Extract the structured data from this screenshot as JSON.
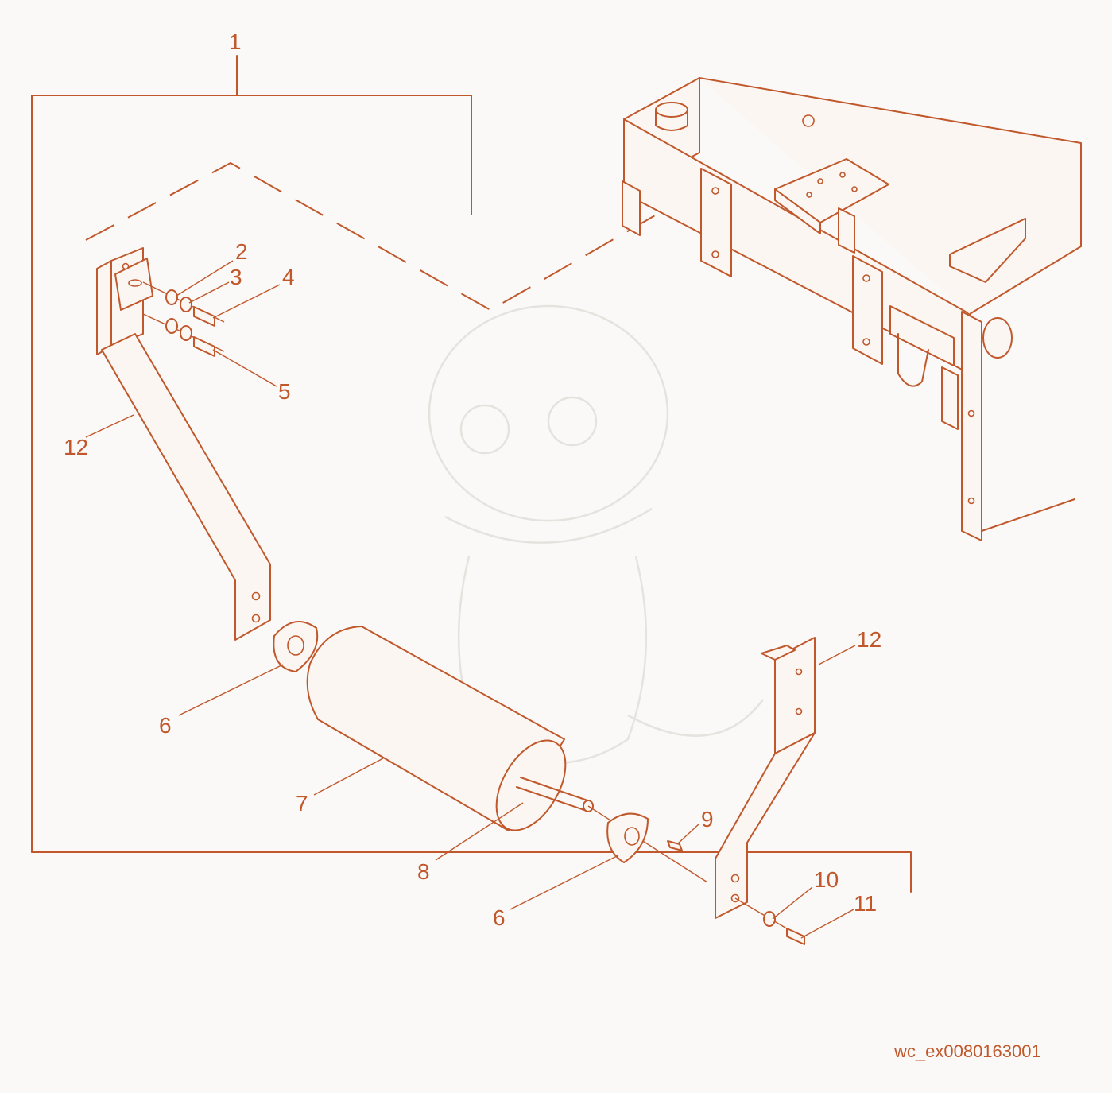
{
  "reference_code": "wc_ex0080163001",
  "colors": {
    "ink": "#c0582c",
    "paper": "#faf9f7"
  },
  "callouts": [
    {
      "id": "c1",
      "label": "1"
    },
    {
      "id": "c2",
      "label": "2"
    },
    {
      "id": "c3",
      "label": "3"
    },
    {
      "id": "c4",
      "label": "4"
    },
    {
      "id": "c5",
      "label": "5"
    },
    {
      "id": "c6a",
      "label": "6"
    },
    {
      "id": "c6b",
      "label": "6"
    },
    {
      "id": "c7",
      "label": "7"
    },
    {
      "id": "c8",
      "label": "8"
    },
    {
      "id": "c9",
      "label": "9"
    },
    {
      "id": "c10",
      "label": "10"
    },
    {
      "id": "c11",
      "label": "11"
    },
    {
      "id": "c12a",
      "label": "12"
    },
    {
      "id": "c12b",
      "label": "12"
    }
  ]
}
